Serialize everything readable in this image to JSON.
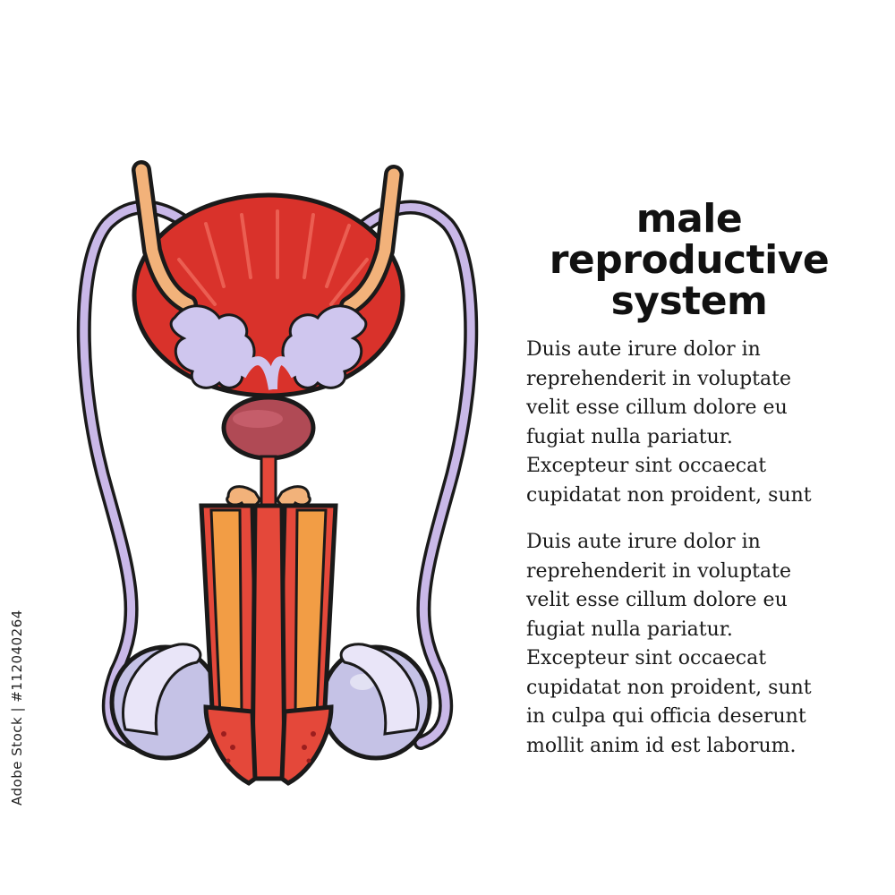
{
  "title_lines": [
    "male",
    "reproductive",
    "system"
  ],
  "paragraph_1": [
    "Duis aute irure dolor in",
    "reprehenderit in voluptate",
    "velit esse cillum dolore eu",
    "fugiat nulla pariatur.",
    "Excepteur sint occaecat",
    "cupidatat non proident, sunt"
  ],
  "paragraph_2": [
    "Duis aute irure dolor in",
    "reprehenderit in voluptate",
    "velit esse cillum dolore eu",
    "fugiat nulla pariatur.",
    "Excepteur sint occaecat",
    "cupidatat non proident, sunt",
    "in culpa qui officia deserunt",
    "mollit anim id est laborum."
  ],
  "stock_watermark": "Adobe Stock | #112040264",
  "colors": {
    "bladder": "#d9322b",
    "prostate": "#b04a55",
    "vas_deferens": "#c9b8e8",
    "ureter": "#f2b27a",
    "testis": "#c5c2e6",
    "corpus": "#e4483a",
    "outline": "#1a1a1a"
  }
}
